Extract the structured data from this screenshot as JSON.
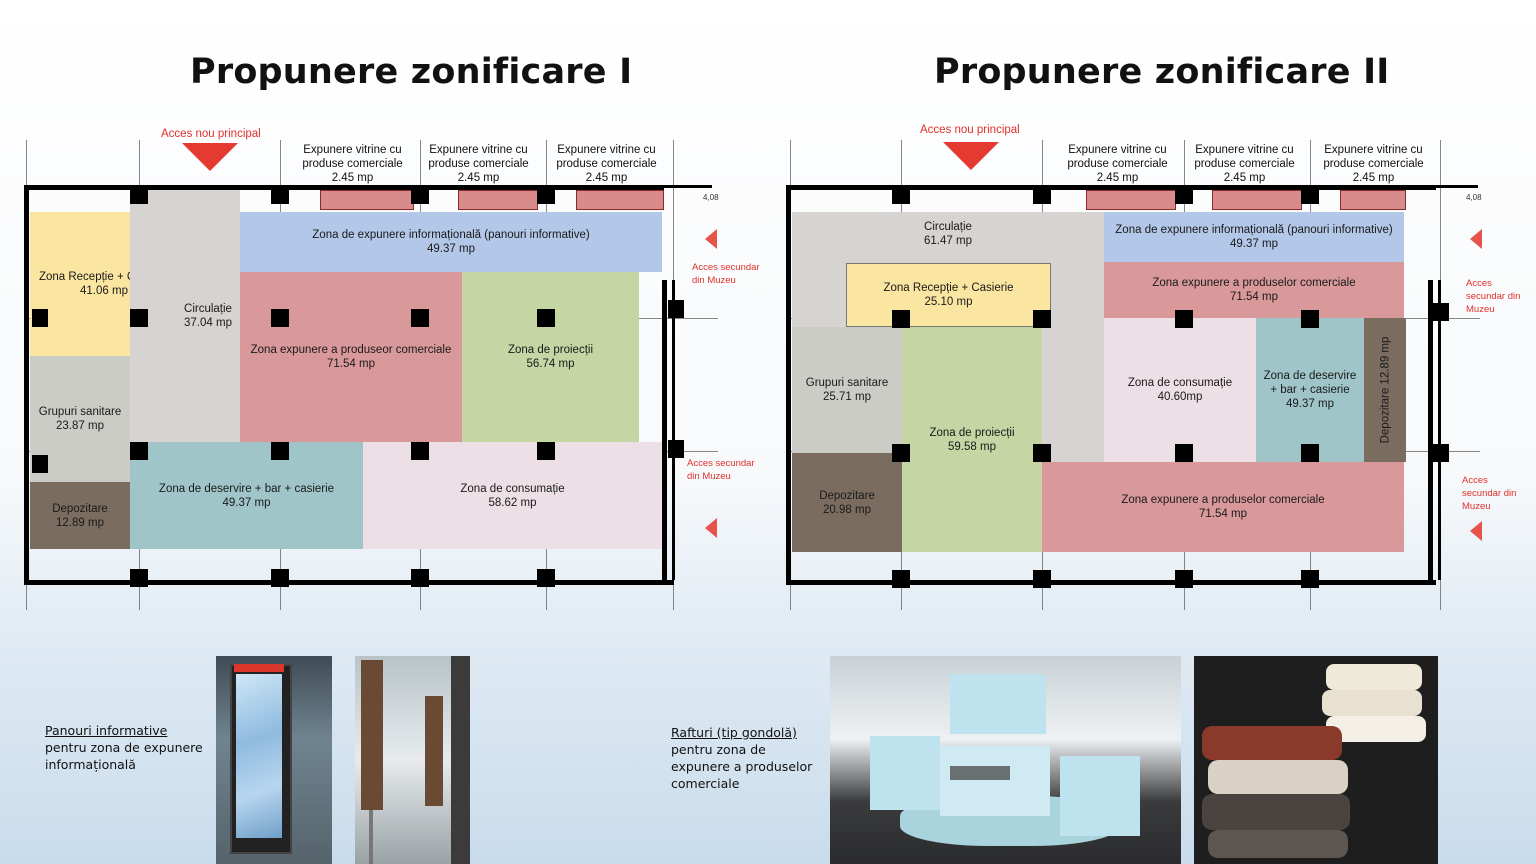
{
  "titles": {
    "left": "Propunere zonificare I",
    "right": "Propunere zonificare II"
  },
  "common": {
    "acces_principal": "Acces nou principal",
    "acces_secundar": "Acces secundar din Muzeu",
    "vitrine": [
      "Expunere vitrine cu produse comerciale 2.45 mp",
      "Expunere vitrine cu produse comerciale 2.45 mp",
      "Expunere vitrine cu produse comerciale 2.45 mp"
    ],
    "dimension": "4,08"
  },
  "plan1": {
    "zones": [
      {
        "name": "Zona Recepție + Casierie",
        "area": "41.06 mp",
        "color": "#fbe6a1"
      },
      {
        "name": "Circulație",
        "area": "37.04 mp",
        "color": "#d6d3d0"
      },
      {
        "name": "Zona de expunere informațională (panouri informative)",
        "area": "49.37 mp",
        "color": "#b3c7e8"
      },
      {
        "name": "Zona expunere a produseor comerciale",
        "area": "71.54 mp",
        "color": "#d9999a"
      },
      {
        "name": "Zona de proiecții",
        "area": "56.74 mp",
        "color": "#c5d5a3"
      },
      {
        "name": "Grupuri sanitare",
        "area": "23.87 mp",
        "color": "#cbccc6"
      },
      {
        "name": "Zona de deservire + bar + casierie",
        "area": "49.37 mp",
        "color": "#9fc5c8"
      },
      {
        "name": "Zona de consumație",
        "area": "58.62 mp",
        "color": "#ecdfe6"
      },
      {
        "name": "Depozitare",
        "area": "12.89 mp",
        "color": "#7a6d5f"
      }
    ]
  },
  "plan2": {
    "zones": [
      {
        "name": "Circulație",
        "area": "61.47 mp",
        "color": "#d6d3d0"
      },
      {
        "name": "Zona de expunere informațională (panouri informative)",
        "area": "49.37 mp",
        "color": "#b3c7e8"
      },
      {
        "name": "Zona Recepție + Casierie",
        "area": "25.10 mp",
        "color": "#fbe6a1"
      },
      {
        "name": "Zona expunere a produselor comerciale",
        "area": "71.54 mp",
        "color": "#d9999a"
      },
      {
        "name": "Grupuri sanitare",
        "area": "25.71 mp",
        "color": "#cbccc6"
      },
      {
        "name": "Zona de proiecții",
        "area": "59.58 mp",
        "color": "#c5d5a3"
      },
      {
        "name": "Zona de consumație",
        "area": "40.60mp",
        "color": "#ecdfe6"
      },
      {
        "name": "Zona de deservire + bar + casierie",
        "area": "49.37 mp",
        "color": "#9fc5c8"
      },
      {
        "name": "Depozitare",
        "area": "12.89 mp",
        "color": "#7a6d5f"
      },
      {
        "name": "Depozitare",
        "area": "20.98 mp",
        "color": "#7a6d5f"
      },
      {
        "name": "Zona expunere a produselor comerciale",
        "area": "71.54 mp",
        "color": "#d9999a"
      }
    ]
  },
  "captions": {
    "panouri_title": "Panouri informative",
    "panouri_text": "pentru zona de expunere informațională",
    "rafturi_title": "Rafturi (tip gondolă)",
    "rafturi_text": "pentru zona de expunere a produselor comerciale"
  }
}
